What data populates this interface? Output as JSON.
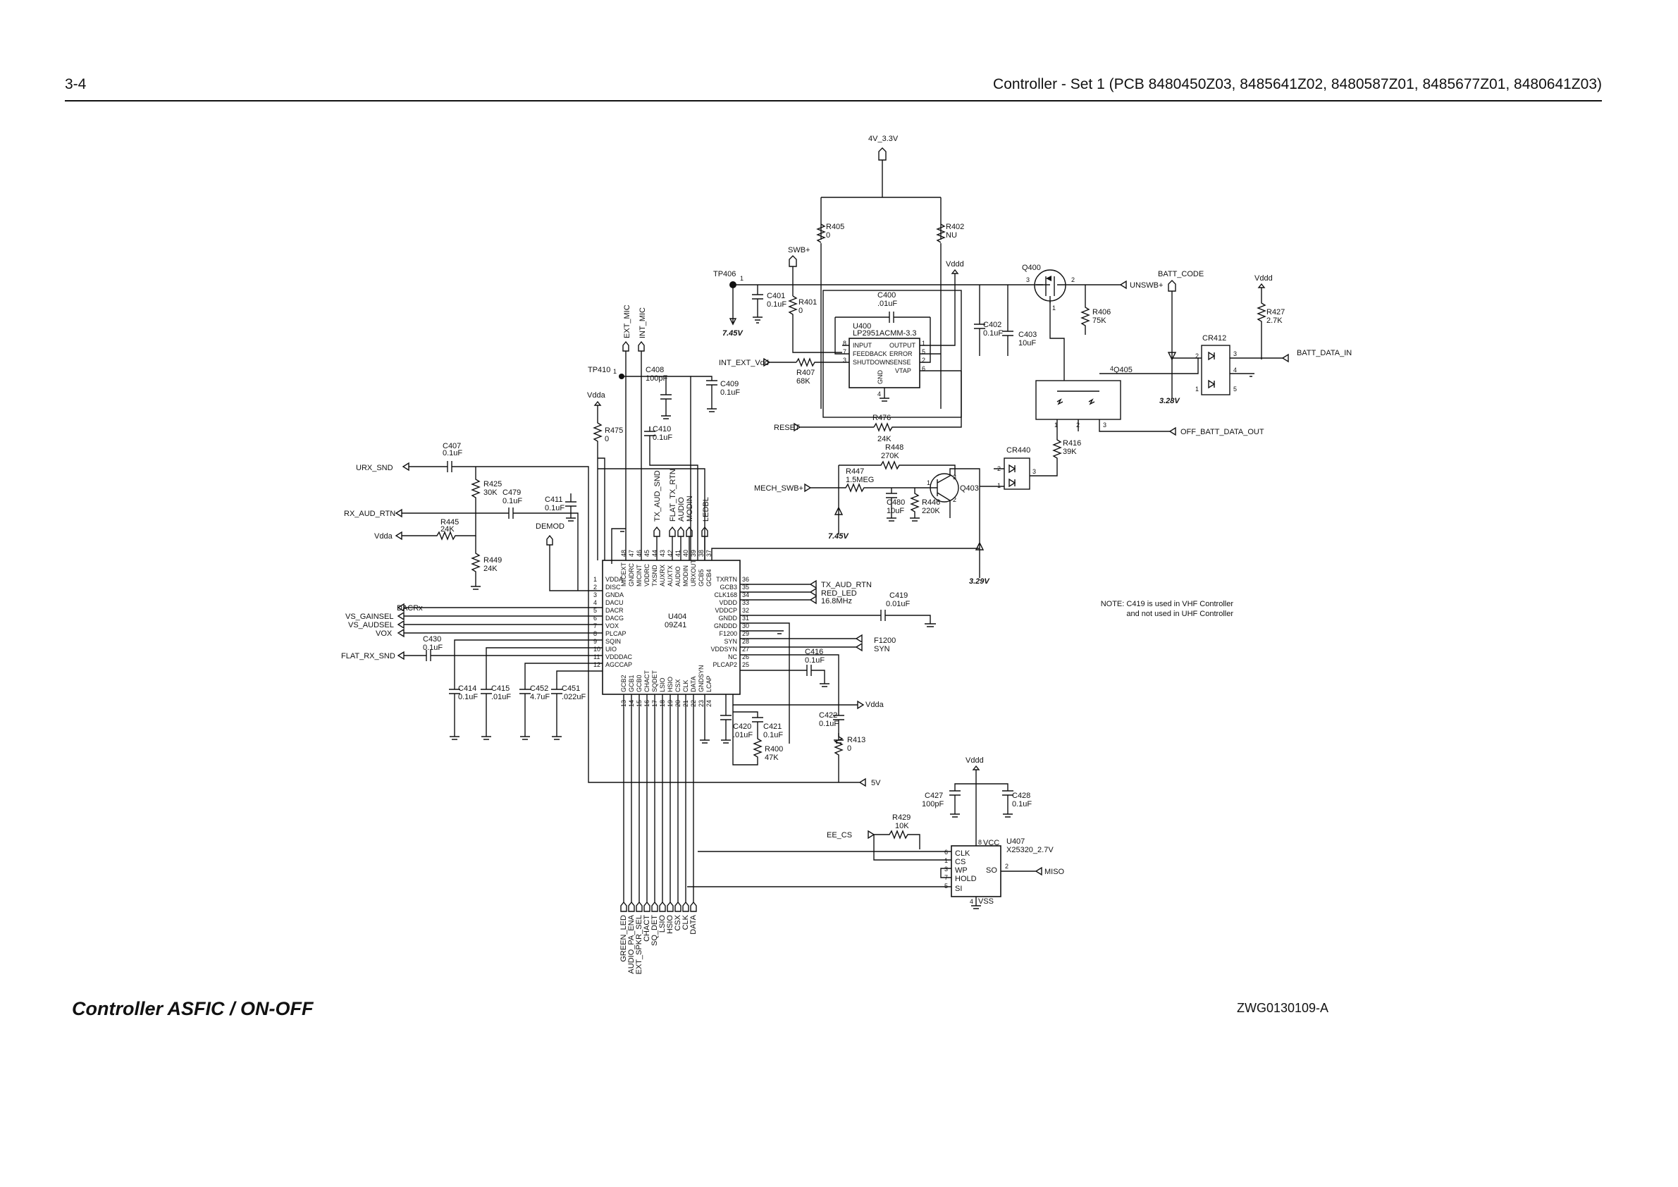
{
  "header": {
    "page_number": "3-4",
    "title": "Controller - Set 1 (PCB 8480450Z03, 8485641Z02, 8480587Z01, 8485677Z01, 8480641Z03)"
  },
  "footer": {
    "diagram_title": "Controller ASFIC / ON-OFF",
    "drawing_id": "ZWG0130109-A"
  },
  "note": {
    "line1": "NOTE: C419 is used in VHF Controller",
    "line2": "and not used in UHF Controller"
  },
  "power": {
    "top_rail": "4V_3.3V",
    "swb": "SWB+",
    "vddd_1": "Vddd",
    "vddd_2": "Vddd",
    "vddd_3": "Vddd",
    "vdda_1": "Vdda",
    "vdda_2": "Vdda",
    "vdda_3": "Vdda"
  },
  "test_points": {
    "tp406": "TP406",
    "tp410": "TP410"
  },
  "voltages": {
    "v1": "7.45V",
    "v2": "7.45V",
    "v3": "3.28V",
    "v4": "3.29V"
  },
  "u400": {
    "ref": "U400",
    "part": "LP2951ACMM-3.3",
    "pins_left": [
      "INPUT",
      "FEEDBACK",
      "SHUTDOWN"
    ],
    "pins_right": [
      "OUTPUT",
      "ERROR",
      "SENSE",
      "VTAP"
    ],
    "gnd": "GND",
    "pin_numbers_left": [
      "8",
      "7",
      "3"
    ],
    "pin_numbers_right": [
      "1",
      "5",
      "2",
      "6"
    ],
    "pin_gnd": "4"
  },
  "u404": {
    "ref": "U404",
    "part": "09Z41",
    "left_pins": [
      {
        "num": "1",
        "name": "VDDA"
      },
      {
        "num": "2",
        "name": "DISC"
      },
      {
        "num": "3",
        "name": "GNDA"
      },
      {
        "num": "4",
        "name": "DACU"
      },
      {
        "num": "5",
        "name": "DACR"
      },
      {
        "num": "6",
        "name": "DACG"
      },
      {
        "num": "7",
        "name": "VOX"
      },
      {
        "num": "8",
        "name": "PLCAP"
      },
      {
        "num": "9",
        "name": "SQIN"
      },
      {
        "num": "10",
        "name": "UIO"
      },
      {
        "num": "11",
        "name": "VDDDAC"
      },
      {
        "num": "12",
        "name": "AGCCAP"
      }
    ],
    "right_pins": [
      {
        "num": "36",
        "name": "TXRTN"
      },
      {
        "num": "35",
        "name": "GCB3"
      },
      {
        "num": "34",
        "name": "CLK168"
      },
      {
        "num": "33",
        "name": "VDDD"
      },
      {
        "num": "32",
        "name": "VDDCP"
      },
      {
        "num": "31",
        "name": "GNDD"
      },
      {
        "num": "30",
        "name": "GNDDD"
      },
      {
        "num": "29",
        "name": "F1200"
      },
      {
        "num": "28",
        "name": "SYN"
      },
      {
        "num": "27",
        "name": "VDDSYN"
      },
      {
        "num": "26",
        "name": "NC"
      },
      {
        "num": "25",
        "name": "PLCAP2"
      }
    ],
    "top_pins": [
      {
        "num": "48",
        "name": "MICEXT"
      },
      {
        "num": "47",
        "name": "GNDRC"
      },
      {
        "num": "46",
        "name": "MICINT"
      },
      {
        "num": "45",
        "name": "VDDRC"
      },
      {
        "num": "44",
        "name": "TXSND"
      },
      {
        "num": "43",
        "name": "AUXRX"
      },
      {
        "num": "42",
        "name": "AUXTX"
      },
      {
        "num": "41",
        "name": "AUDIO"
      },
      {
        "num": "40",
        "name": "MODIN"
      },
      {
        "num": "39",
        "name": "URXOUT"
      },
      {
        "num": "38",
        "name": "GCB5"
      },
      {
        "num": "37",
        "name": "GCB4"
      }
    ],
    "bottom_pins": [
      {
        "num": "13",
        "name": "GCB2"
      },
      {
        "num": "14",
        "name": "GCB1"
      },
      {
        "num": "15",
        "name": "GCB0"
      },
      {
        "num": "16",
        "name": "CHACT"
      },
      {
        "num": "17",
        "name": "SQDET"
      },
      {
        "num": "18",
        "name": "LSIO"
      },
      {
        "num": "19",
        "name": "HSIO"
      },
      {
        "num": "20",
        "name": "CSX"
      },
      {
        "num": "21",
        "name": "CLK"
      },
      {
        "num": "22",
        "name": "DATA"
      },
      {
        "num": "23",
        "name": "GNDSYN"
      },
      {
        "num": "24",
        "name": "LCAP"
      }
    ]
  },
  "u407": {
    "ref": "U407",
    "part": "X25320_2.7V",
    "vcc": "VCC",
    "vss": "VSS",
    "pins_left": [
      "CLK",
      "CS",
      "WP",
      "HOLD",
      "SI"
    ],
    "pin_numbers_left": [
      "6",
      "1",
      "3",
      "7",
      "5"
    ],
    "so": "SO",
    "pin_so": "2",
    "pin_vcc": "8",
    "pin_vss": "4"
  },
  "transistors": {
    "q400": "Q400",
    "q403": "Q403",
    "q405": "Q405"
  },
  "diodes": {
    "cr412": "CR412",
    "cr440": "CR440"
  },
  "resistors": {
    "r405": [
      "R405",
      "0"
    ],
    "r402": [
      "R402",
      "NU"
    ],
    "r401": [
      "R401",
      "0"
    ],
    "r406": [
      "R406",
      "75K"
    ],
    "r427": [
      "R427",
      "2.7K"
    ],
    "r407": [
      "R407",
      "68K"
    ],
    "r476": [
      "R476",
      "24K"
    ],
    "r448": [
      "R448",
      "270K"
    ],
    "r447": [
      "R447",
      "1.5MEG"
    ],
    "r446": [
      "R446",
      "220K"
    ],
    "r416": [
      "R416",
      "39K"
    ],
    "r475": [
      "R475",
      "0"
    ],
    "r425": [
      "R425",
      "30K"
    ],
    "r445": [
      "R445",
      "24K"
    ],
    "r449": [
      "R449",
      "24K"
    ],
    "r413": [
      "R413",
      "0"
    ],
    "r400": [
      "R400",
      "47K"
    ],
    "r429": [
      "R429",
      "10K"
    ]
  },
  "capacitors": {
    "c401": [
      "C401",
      "0.1uF"
    ],
    "c400": [
      "C400",
      ".01uF"
    ],
    "c402": [
      "C402",
      "0.1uF"
    ],
    "c403": [
      "C403",
      "10uF"
    ],
    "c408": [
      "C408",
      "100pF"
    ],
    "c409": [
      "C409",
      "0.1uF"
    ],
    "c410": [
      "C410",
      "0.1uF"
    ],
    "c407": [
      "C407",
      "0.1uF"
    ],
    "c479": [
      "C479",
      "0.1uF"
    ],
    "c411": [
      "C411",
      "0.1uF"
    ],
    "c480": [
      "C480",
      "10uF"
    ],
    "c419": [
      "C419",
      "0.01uF"
    ],
    "c416": [
      "C416",
      "0.1uF"
    ],
    "c430": [
      "C430",
      "0.1uF"
    ],
    "c414": [
      "C414",
      "0.1uF"
    ],
    "c415": [
      "C415",
      ".01uF"
    ],
    "c452": [
      "C452",
      "4.7uF"
    ],
    "c451": [
      "C451",
      ".022uF"
    ],
    "c420": [
      "C420",
      ".01uF"
    ],
    "c421": [
      "C421",
      "0.1uF"
    ],
    "c422": [
      "C422",
      "0.1uF"
    ],
    "c427": [
      "C427",
      "100pF"
    ],
    "c428": [
      "C428",
      "0.1uF"
    ]
  },
  "signals": {
    "unswb": "UNSWB+",
    "batt_code": "BATT_CODE",
    "batt_data_in": "BATT_DATA_IN",
    "off_batt_data_out": "OFF_BATT_DATA_OUT",
    "int_ext_vdd": "INT_EXT_Vdd",
    "reset": "RESET",
    "mech_swb": "MECH_SWB+",
    "ext_mic": "EXT_MIC",
    "int_mic": "INT_MIC",
    "urx_snd": "URX_SND",
    "rx_aud_rtn": "RX_AUD_RTN",
    "demod": "DEMOD",
    "tx_aud_snd": "TX_AUD_SND",
    "flat_tx_rtn": "FLAT_TX_RTN",
    "audio": "AUDIO",
    "modin": "MODIN",
    "ledbl": "LEDBL",
    "tx_aud_rtn": "TX_AUD_RTN",
    "red_led": "RED_LED",
    "mhz": "16.8MHz",
    "f1200": "F1200",
    "syn": "SYN",
    "dacrx": "DACRx",
    "vs_gainsel": "VS_GAINSEL",
    "vs_audsel": "VS_AUDSEL",
    "vox": "VOX",
    "flat_rx_snd": "FLAT_RX_SND",
    "five_v": "5V",
    "ee_cs": "EE_CS",
    "miso": "MISO",
    "bottom_bus": [
      "GREEN_LED",
      "AUDIO_PA_ENA",
      "EXT_SPKR_SEL",
      "CHACT",
      "SQ_DET",
      "LSIO",
      "HSIO",
      "CSX",
      "CLK",
      "DATA"
    ]
  }
}
